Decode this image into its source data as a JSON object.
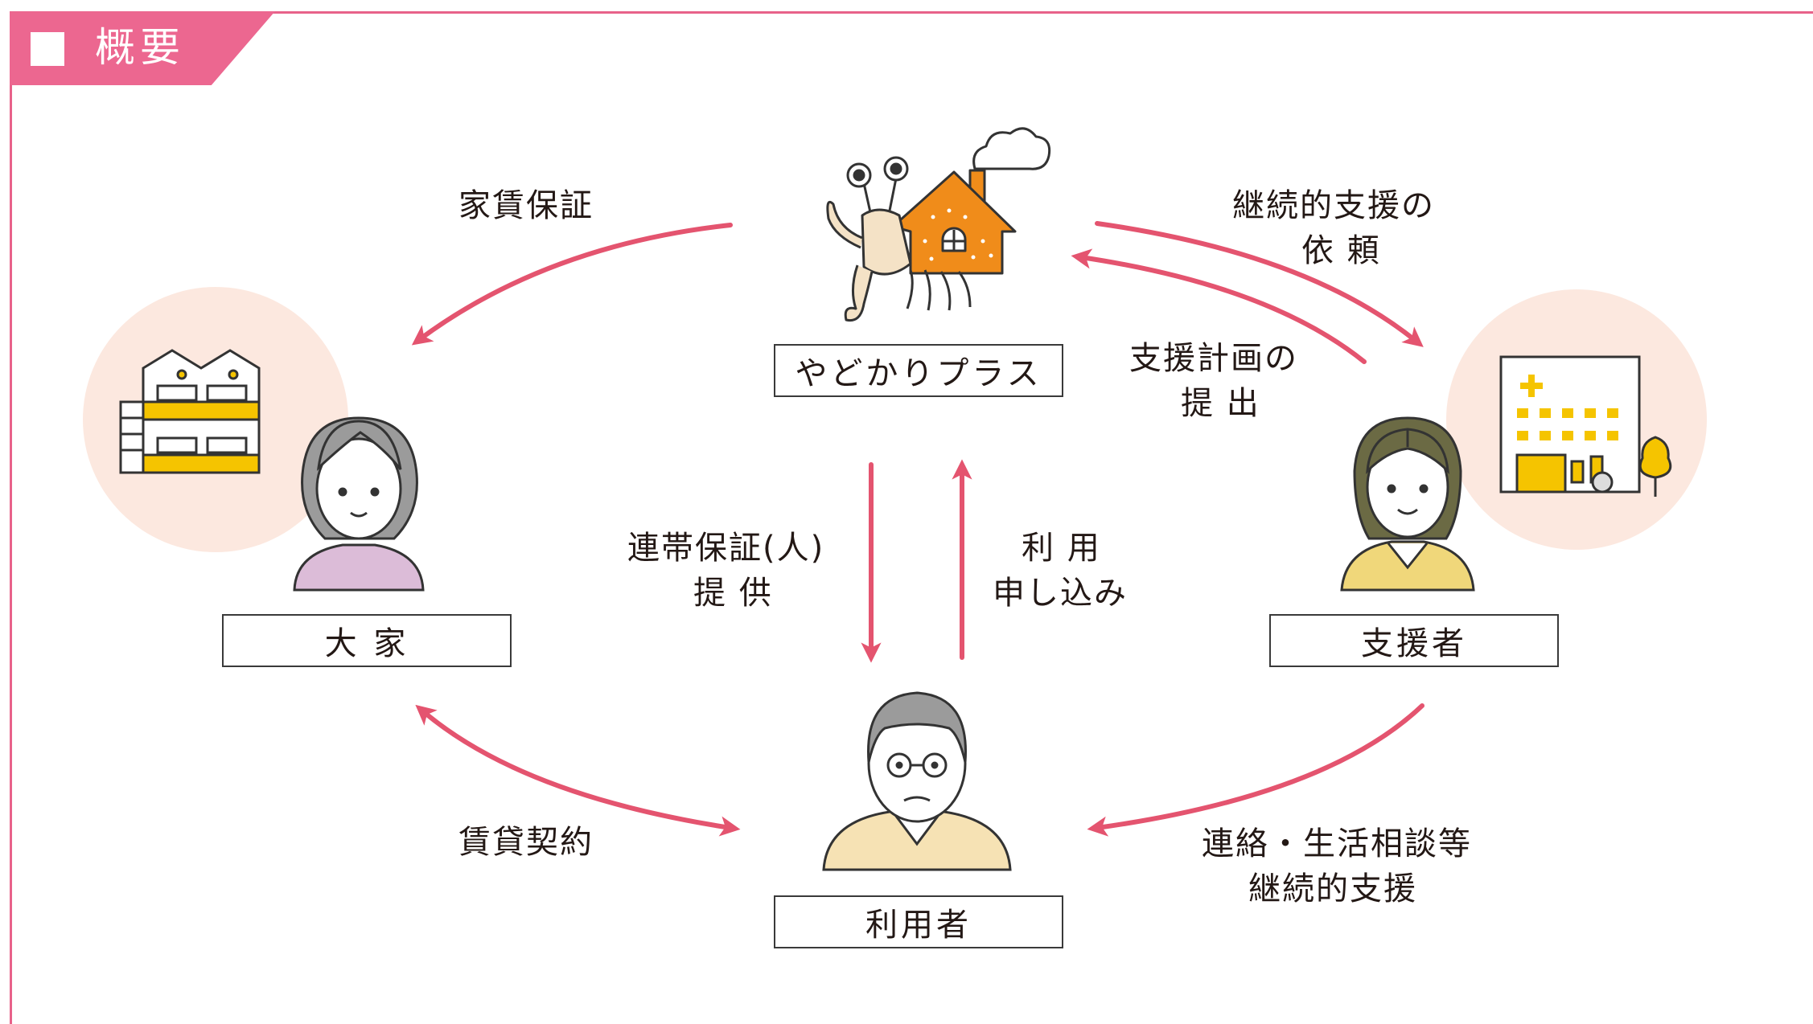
{
  "header": {
    "title": "概要"
  },
  "nodes": {
    "yadokari": {
      "label": "やどかりプラス"
    },
    "landlord": {
      "label": "大 家"
    },
    "supporter": {
      "label": "支援者"
    },
    "user": {
      "label": "利用者"
    }
  },
  "edges": {
    "rent_guarantee": "家賃保証",
    "support_request_line1": "継続的支援の",
    "support_request_line2": "依 頼",
    "support_plan_line1": "支援計画の",
    "support_plan_line2": "提 出",
    "joint_guarantee_line1": "連帯保証(人)",
    "joint_guarantee_line2": "提 供",
    "application_line1": "利 用",
    "application_line2": "申し込み",
    "lease_contract": "賃貸契約",
    "contact_line1": "連絡・生活相談等",
    "contact_line2": "継続的支援"
  },
  "colors": {
    "accent_pink": "#ec6790",
    "arrow": "#e4546f",
    "circle_bg": "#fce8df",
    "yellow": "#f5c400",
    "hermit_orange": "#f08c1a"
  },
  "icons": [
    "hermit-crab-house-icon",
    "apartment-building-icon",
    "landlord-woman-icon",
    "supporter-woman-icon",
    "hospital-building-icon",
    "elderly-man-icon"
  ]
}
